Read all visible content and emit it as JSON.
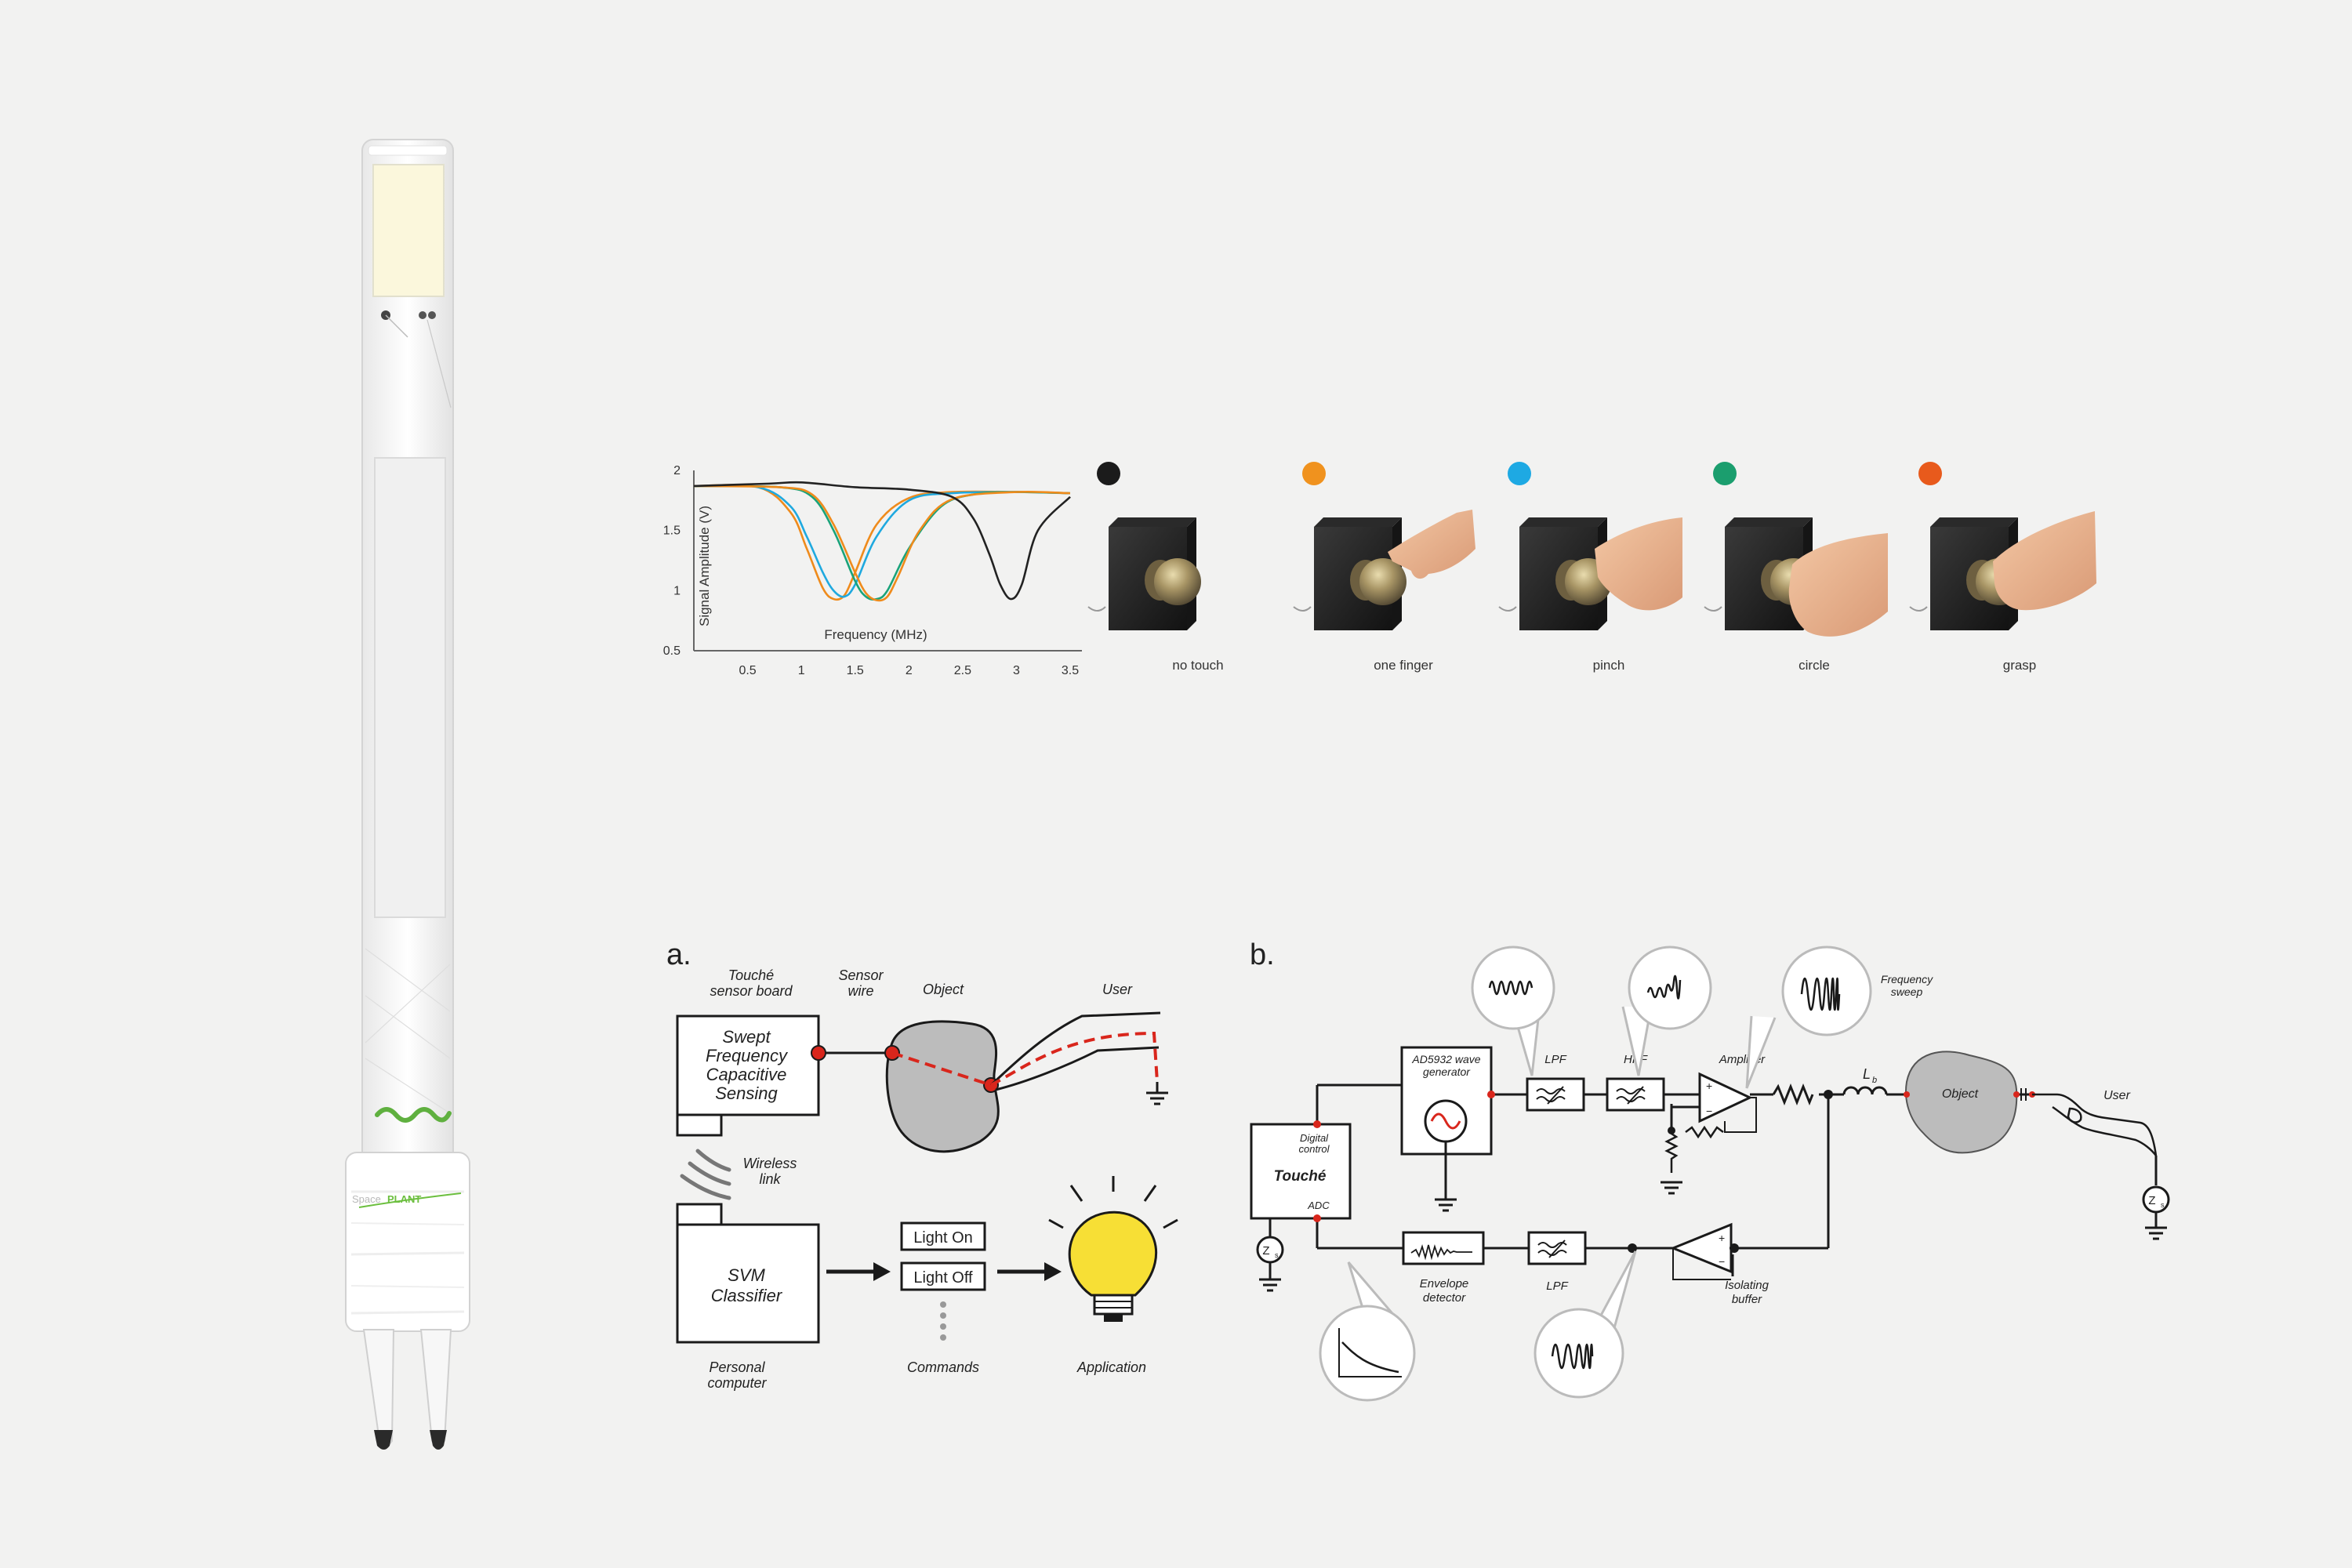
{
  "device": {
    "logo_prefix": "Space",
    "logo_name": "PLANT"
  },
  "chart": {
    "x_ticks": [
      "0.5",
      "1",
      "1.5",
      "2",
      "2.5",
      "3",
      "3.5"
    ],
    "y_ticks": [
      "2",
      "1.5",
      "1",
      "0.5"
    ]
  },
  "chart_data": {
    "type": "line",
    "xlabel": "Frequency (MHz)",
    "ylabel": "Signal Amplitude (V)",
    "xlim": [
      0,
      3.5
    ],
    "ylim": [
      0.5,
      2
    ],
    "grid": false,
    "series": [
      {
        "color": "#ef8b1c",
        "x": [
          0,
          0.6,
          0.9,
          1.05,
          1.2,
          1.3,
          1.4,
          1.5,
          1.7,
          2.0,
          2.4,
          3.0,
          3.5
        ],
        "y": [
          1.87,
          1.86,
          1.65,
          1.35,
          1.02,
          0.93,
          0.96,
          1.15,
          1.55,
          1.77,
          1.82,
          1.82,
          1.81
        ]
      },
      {
        "color": "#1fa9df",
        "x": [
          0,
          0.6,
          0.9,
          1.05,
          1.2,
          1.3,
          1.4,
          1.5,
          1.7,
          2.0,
          2.4,
          3.0,
          3.5
        ],
        "y": [
          1.87,
          1.86,
          1.7,
          1.45,
          1.15,
          1.0,
          0.95,
          1.05,
          1.45,
          1.75,
          1.81,
          1.82,
          1.81
        ]
      },
      {
        "color": "#1aa37a",
        "x": [
          0,
          0.8,
          1.1,
          1.3,
          1.5,
          1.6,
          1.7,
          1.8,
          2.0,
          2.3,
          2.6,
          3.0,
          3.5
        ],
        "y": [
          1.87,
          1.86,
          1.78,
          1.5,
          1.08,
          0.95,
          0.93,
          1.0,
          1.35,
          1.7,
          1.8,
          1.82,
          1.81
        ]
      },
      {
        "color": "#ef8b1c",
        "x": [
          0,
          0.8,
          1.1,
          1.3,
          1.5,
          1.6,
          1.7,
          1.8,
          1.9,
          2.1,
          2.4,
          3.0,
          3.5
        ],
        "y": [
          1.87,
          1.86,
          1.8,
          1.55,
          1.15,
          0.98,
          0.92,
          0.95,
          1.12,
          1.5,
          1.76,
          1.82,
          1.81
        ]
      },
      {
        "color": "#222222",
        "x": [
          0,
          0.7,
          1.0,
          1.5,
          2.0,
          2.4,
          2.6,
          2.75,
          2.85,
          2.95,
          3.05,
          3.2,
          3.5
        ],
        "y": [
          1.87,
          1.89,
          1.9,
          1.86,
          1.84,
          1.78,
          1.6,
          1.3,
          1.05,
          0.93,
          1.05,
          1.5,
          1.78
        ]
      }
    ]
  },
  "gestures": [
    {
      "label": "no touch",
      "color": "#1b1b1b"
    },
    {
      "label": "one finger",
      "color": "#f0921e"
    },
    {
      "label": "pinch",
      "color": "#1ea9e3"
    },
    {
      "label": "circle",
      "color": "#1b9e6e"
    },
    {
      "label": "grasp",
      "color": "#e85a1c"
    }
  ],
  "diagram_a": {
    "panel_label": "a.",
    "touche_sensor_board": "Touché\nsensor board",
    "sensor_wire": "Sensor\nwire",
    "object": "Object",
    "user": "User",
    "sfcs": "Swept\nFrequency\nCapacitive\nSensing",
    "wireless_link": "Wireless\nlink",
    "svm_classifier": "SVM\nClassifier",
    "light_on": "Light On",
    "light_off": "Light Off",
    "personal_computer": "Personal\ncomputer",
    "commands": "Commands",
    "application": "Application"
  },
  "diagram_b": {
    "panel_label": "b.",
    "digital_control": "Digital\ncontrol",
    "touche": "Touché",
    "adc": "ADC",
    "ad5932": "AD5932 wave\ngenerator",
    "lpf_top": "LPF",
    "hpf": "HPF",
    "amplifier": "Amplifier",
    "frequency_sweep": "Frequency\nsweep",
    "lb_main": "L",
    "lb_sub": "b",
    "object": "Object",
    "user": "User",
    "envelope_detector": "Envelope\ndetector",
    "lpf_bottom": "LPF",
    "isolating_buffer": "Isolating\nbuffer",
    "z_main": "Z",
    "z_sub": "s"
  }
}
